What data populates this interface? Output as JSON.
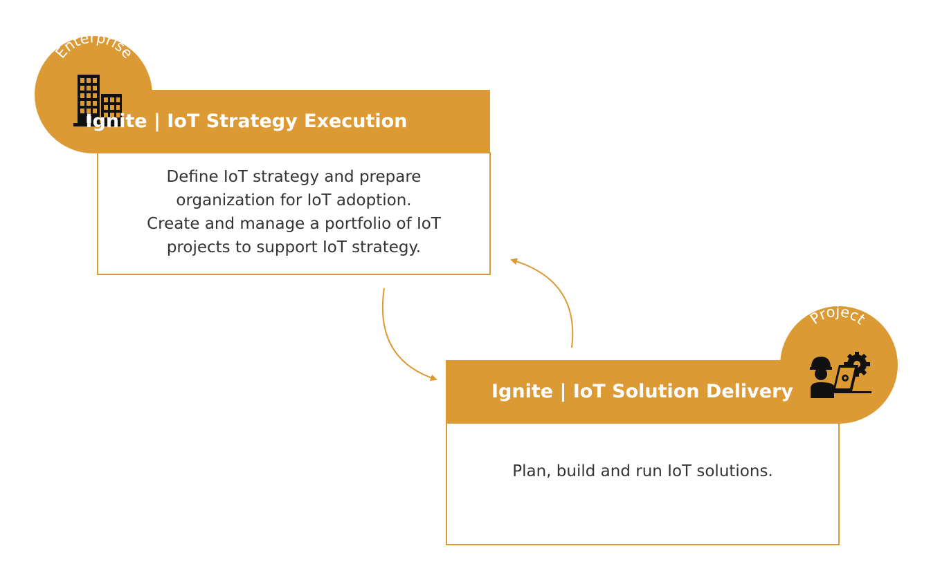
{
  "colors": {
    "accent": "#DC9A35",
    "text": "#333333",
    "white": "#FFFFFF"
  },
  "enterprise": {
    "badge": "Enterprise",
    "icon": "office-building-icon",
    "title": "Ignite | IoT Strategy Execution",
    "lines": [
      "Define IoT strategy and prepare",
      "organization for IoT adoption.",
      "Create and manage a portfolio of IoT",
      "projects to support IoT strategy."
    ]
  },
  "project": {
    "badge": "Project",
    "icon": "worker-laptop-gear-icon",
    "title": "Ignite | IoT Solution Delivery",
    "lines": [
      "Plan, build and run IoT solutions."
    ]
  },
  "cycle": {
    "from_strategy_to_delivery": "arrow-icon",
    "from_delivery_to_strategy": "arrow-icon"
  }
}
